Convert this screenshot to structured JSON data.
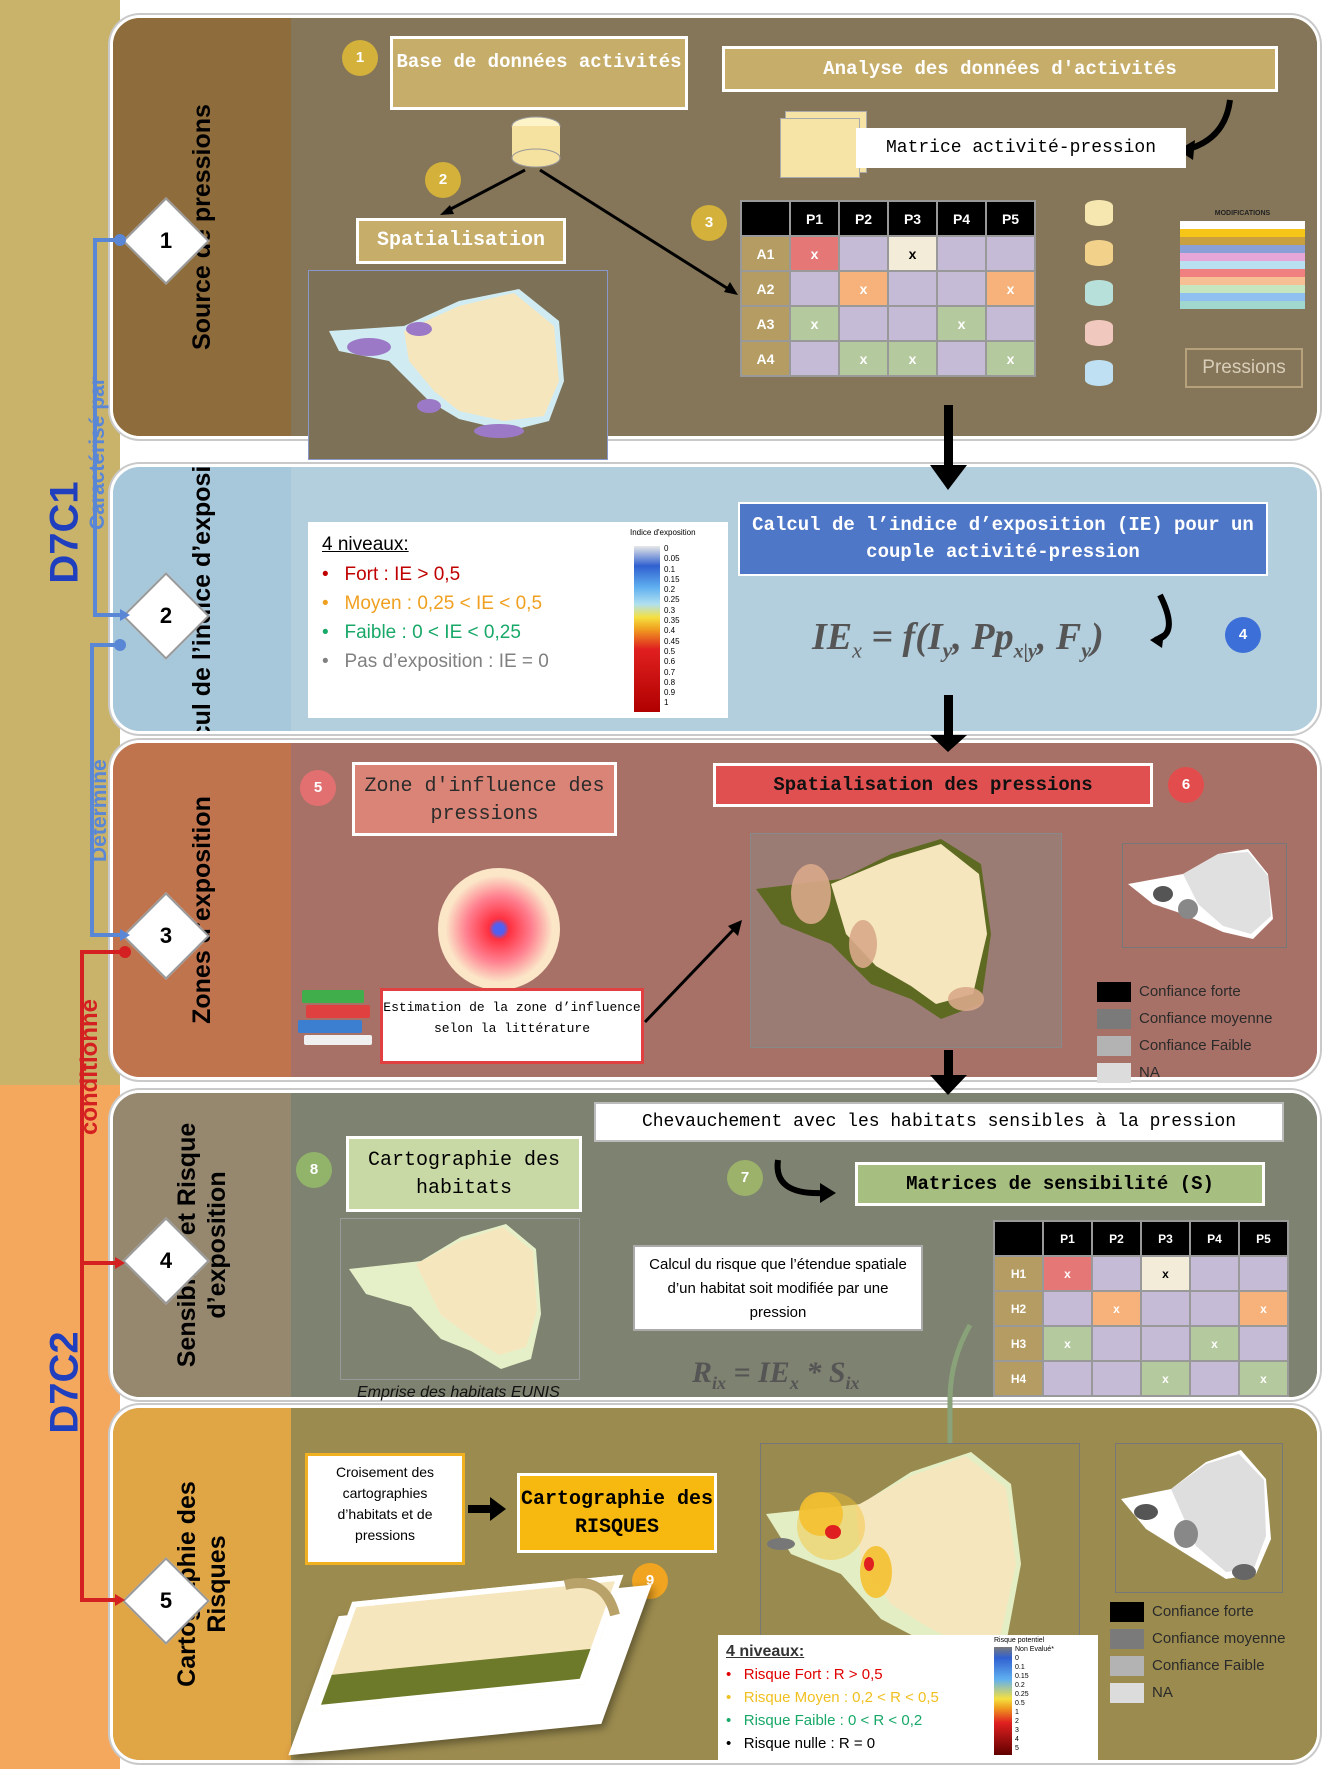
{
  "sides": {
    "top": "D7C1",
    "bottom": "D7C2"
  },
  "connectors": {
    "characterise": "Caractérisé par",
    "determine": "Détermine",
    "conditionne": "conditionne"
  },
  "bands": [
    {
      "num": "1",
      "label": "Source de pressions"
    },
    {
      "num": "2",
      "label": "Calcul de l’indice d’exposition"
    },
    {
      "num": "3",
      "label": "Zones d’exposition"
    },
    {
      "num": "4",
      "label": "Sensibilité et Risque d’exposition"
    },
    {
      "num": "5",
      "label": "Cartographie des Risques"
    }
  ],
  "b1": {
    "db": "Base de données activités",
    "analyse": "Analyse des données d'activités",
    "matrice": "Matrice activité-pression",
    "spatial": "Spatialisation",
    "pressions": "Pressions",
    "modifications": "MODIFICATIONS",
    "cols": [
      "P1",
      "P2",
      "P3",
      "P4",
      "P5"
    ],
    "rows": [
      "A1",
      "A2",
      "A3",
      "A4"
    ],
    "steps": [
      "1",
      "2",
      "3"
    ]
  },
  "b2": {
    "title": "4 niveaux:",
    "levels": [
      "Fort : IE > 0,5",
      "Moyen : 0,25 < IE < 0,5",
      "Faible : 0 < IE < 0,25",
      "Pas d’exposition : IE = 0"
    ],
    "colors": [
      "#c00000",
      "#f0a020",
      "#18a868",
      "#808080"
    ],
    "calc": "Calcul de l’indice d’exposition (IE) pour un couple activité-pression",
    "formula": "IE",
    "formula_rest": "= f(I",
    "step": "4",
    "scale_title": "Indice d'exposition",
    "scale": [
      "0",
      "0.05",
      "0.1",
      "0.15",
      "0.2",
      "0.25",
      "0.3",
      "0.35",
      "0.4",
      "0.45",
      "0.5",
      "0.6",
      "0.7",
      "0.8",
      "0.9",
      "1"
    ]
  },
  "b3": {
    "zone": "Zone d'influence des pressions",
    "spatial": "Spatialisation des pressions",
    "estim": "Estimation de la zone d’influence selon la littérature",
    "steps": [
      "5",
      "6"
    ],
    "conf": [
      "Confiance forte",
      "Confiance moyenne",
      "Confiance Faible",
      "NA"
    ]
  },
  "b4": {
    "chev": "Chevauchement avec les habitats sensibles à la pression",
    "carto": "Cartographie des habitats",
    "matrices": "Matrices de sensibilité (S)",
    "calc": "Calcul du risque que l’étendue spatiale d’un habitat soit modifiée par une pression",
    "formula": "R",
    "emprise": "Emprise des habitats EUNIS",
    "rows": [
      "H1",
      "H2",
      "H3",
      "H4"
    ],
    "steps": [
      "8",
      "7"
    ]
  },
  "b5": {
    "crois": "Croisement des cartographies d’habitats et de pressions",
    "carto": "Cartographie des RISQUES",
    "step": "9",
    "title": "4 niveaux:",
    "levels": [
      "Risque Fort : R > 0,5",
      "Risque Moyen : 0,2 < R < 0,5",
      "Risque Faible : 0 < R < 0,2",
      "Risque nulle : R = 0"
    ],
    "colors": [
      "#e00000",
      "#f0c020",
      "#18a868",
      "#000000"
    ],
    "scale_title": "Risque potentiel",
    "scale": [
      "Non Evalué*",
      "0",
      "0.1",
      "0.15",
      "0.2",
      "0.25",
      "0.5",
      "1",
      "2",
      "3",
      "4",
      "5"
    ],
    "conf": [
      "Confiance forte",
      "Confiance moyenne",
      "Confiance Faible",
      "NA"
    ]
  }
}
